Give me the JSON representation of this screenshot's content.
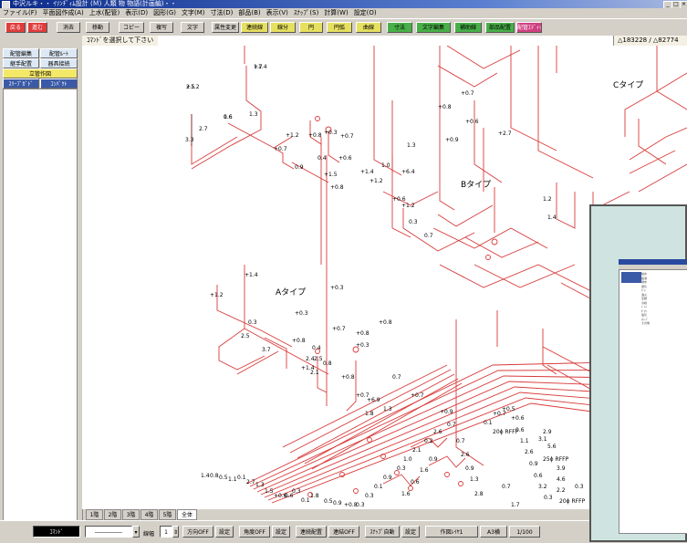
{
  "window": {
    "title": "中沢ルキ・・ ｲｿﾝﾁﾞｨﾑ設計 (Ｍ) 人類   物  物語(計画編)・・"
  },
  "menu": [
    "ファイル(F)",
    "平面図作成(A)",
    "上水(配管)",
    "表示(D)",
    "図形(G)",
    "文字(M)",
    "寸法(D)",
    "部品(B)",
    "表示(V)",
    "ｽﾅｯﾌﾟ(S)",
    "計算(W)",
    "設定(O)"
  ],
  "toolbar": {
    "buttons": [
      {
        "label": "戻る",
        "color": "#e03c3c"
      },
      {
        "label": "進む",
        "color": "#e03c3c"
      },
      {
        "label": "消去",
        "color": "#d4d0c8"
      },
      {
        "label": "移動",
        "color": "#d4d0c8"
      },
      {
        "label": "コピー",
        "color": "#d4d0c8"
      },
      {
        "label": "複写",
        "color": "#d4d0c8"
      },
      {
        "label": "文字",
        "color": "#d4d0c8"
      },
      {
        "label": "属性変更",
        "color": "#d4d0c8"
      },
      {
        "label": "連続線",
        "color": "#e6e060"
      },
      {
        "label": "線分",
        "color": "#e6e060"
      },
      {
        "label": "円",
        "color": "#e6e060"
      },
      {
        "label": "円弧",
        "color": "#e6e060"
      },
      {
        "label": "曲線",
        "color": "#e6e060"
      },
      {
        "label": "寸法",
        "color": "#48b048"
      },
      {
        "label": "文字編集",
        "color": "#48b048"
      },
      {
        "label": "補助線",
        "color": "#48b048"
      },
      {
        "label": "部品配置",
        "color": "#48b048"
      },
      {
        "label": "配管ｴﾃﾞｨｯﾄ",
        "color": "#d04080"
      }
    ]
  },
  "prompt": {
    "message": "ｺﾏﾝﾄﾞを選択して下さい",
    "coords": "△183228 / △82774"
  },
  "side_panel": {
    "rows": [
      [
        {
          "label": "配管編集"
        },
        {
          "label": "配管ﾙｰﾄ"
        }
      ],
      [
        {
          "label": "継手配置"
        },
        {
          "label": "器具接続"
        }
      ],
      [
        {
          "label": "立管作図"
        }
      ],
      [
        {
          "label": "ｽﾘｰﾌﾞｶﾞﾄﾞ"
        },
        {
          "label": "ｺﾝﾊﾟｸﾄ"
        }
      ]
    ]
  },
  "type_labels": [
    "Aタイプ",
    "Bタイプ",
    "Cタイプ"
  ],
  "dim_labels": [
    "+1.4",
    "+1.2",
    "1.6",
    "1.3",
    "3.3",
    "2.7",
    "+0.7",
    "+1.2",
    "+0.8",
    "+0.3",
    "+0.7",
    "0.9",
    "0.4",
    "+1.5",
    "+0.8",
    "+0.6",
    "+1.4",
    "+1.2",
    "1.0",
    "1.3",
    "+0.7",
    "+0.6",
    "+0.8",
    "+0.9",
    "+2.7",
    "+6.4",
    "+0.6",
    "+1.2",
    "0.3",
    "0.7",
    "1.2",
    "1.4",
    "+1.4",
    "+1.2",
    "0.3",
    "+0.3",
    "+0.8",
    "3.7",
    "2.5",
    "+0.3",
    "+0.7",
    "+0.8",
    "+0.8",
    "+0.3",
    "0.4",
    "2.5",
    "2.4",
    "+1.4",
    "2.1",
    "0.8",
    "+0.8",
    "+0.7",
    "+6.9",
    "0.7",
    "1.3",
    "1.8",
    "+0.7",
    "+0.9",
    "20ϕ RFFP",
    "3.1",
    "2.9",
    "5.6",
    "25ϕ RFFP",
    "3.9",
    "4.6",
    "2.2",
    "20ϕ RFFP",
    "0.7",
    "1.7",
    "2.6",
    "0.2",
    "2.1",
    "1.0",
    "0.3",
    "0.9",
    "0.1",
    "0.3",
    "0.3",
    "+0.8",
    "0.9",
    "0.5",
    "1.8",
    "0.1",
    "0.3",
    "0.6",
    "+0.6",
    "1.5",
    "1.3",
    "2.7",
    "0.1",
    "1.1",
    "0.5",
    "0.8",
    "1.4",
    "0.7",
    "0.7",
    "2.6",
    "0.9",
    "1.3",
    "2.8",
    "0.9",
    "1.6",
    "0.6",
    "1.6",
    "0.1",
    "+0.7",
    "+0.5",
    "+0.6",
    "0.6",
    "1.1",
    "2.6",
    "0.9",
    "0.6",
    "3.2",
    "0.3",
    "0.3",
    "1.5",
    "0.4",
    "2.8",
    "2.7",
    "1.9",
    "2.8",
    "1.0",
    "2.6",
    "1.7",
    "2.5",
    "0.6"
  ],
  "layer_tabs": [
    "1階",
    "2階",
    "3階",
    "4階",
    "5階",
    "全体"
  ],
  "status": {
    "linetype": "―――――",
    "linewidth_label": "線幅",
    "linewidth_value": "1",
    "ortho": "方向OFF",
    "ortho_set": "設定",
    "angle": "角度OFF",
    "angle_set": "設定",
    "connect": "連続配置",
    "connect_off": "連結OFF",
    "snap": "ｽﾅｯﾌﾟ自動",
    "snap_set": "設定",
    "layer": "作図ﾚｲﾔ1",
    "paper": "A3横",
    "scale": "1/100",
    "mode": "ｺﾏﾝﾄﾞ"
  },
  "colors": {
    "pipe": "#d93a3a",
    "pipe_dark": "#7a1818",
    "canvas": "#ffffff",
    "inset_bg": "#cfe4e0"
  },
  "inset": {
    "list_items": [
      "給水",
      "給湯",
      "排水",
      "通気",
      "ｶﾞｽ",
      "消火",
      "空調",
      "冷媒",
      "ﾄﾞﾚﾝ",
      "ﾀﾞｸﾄ",
      "電気",
      "ｽﾘｰﾌﾞ",
      "その他"
    ]
  }
}
